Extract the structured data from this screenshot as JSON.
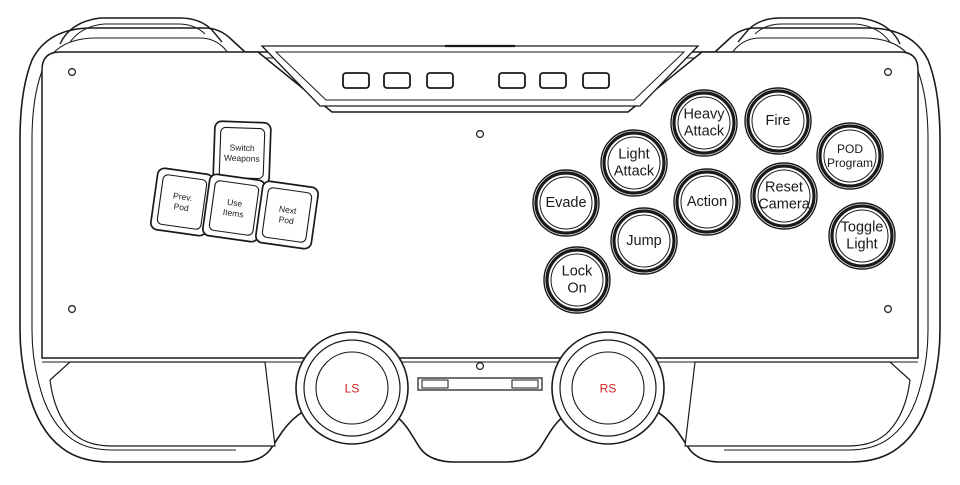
{
  "diagram": {
    "line_color": "#1a1a1a",
    "fill_color": "#ffffff",
    "stick_label_color": "#d42020"
  },
  "keys": {
    "switch_weapons": [
      "Switch",
      "Weapons"
    ],
    "prev_pod": [
      "Prev.",
      "Pod"
    ],
    "use_items": [
      "Use",
      "Items"
    ],
    "next_pod": [
      "Next",
      "Pod"
    ]
  },
  "buttons": {
    "heavy_attack": [
      "Heavy",
      "Attack"
    ],
    "fire": [
      "Fire"
    ],
    "pod_program": [
      "POD",
      "Program"
    ],
    "light_attack": [
      "Light",
      "Attack"
    ],
    "action": [
      "Action"
    ],
    "reset_camera": [
      "Reset",
      "Camera"
    ],
    "evade": [
      "Evade"
    ],
    "toggle_light": [
      "Toggle",
      "Light"
    ],
    "jump": [
      "Jump"
    ],
    "lock_on": [
      "Lock",
      "On"
    ]
  },
  "sticks": {
    "left": "LS",
    "right": "RS"
  }
}
